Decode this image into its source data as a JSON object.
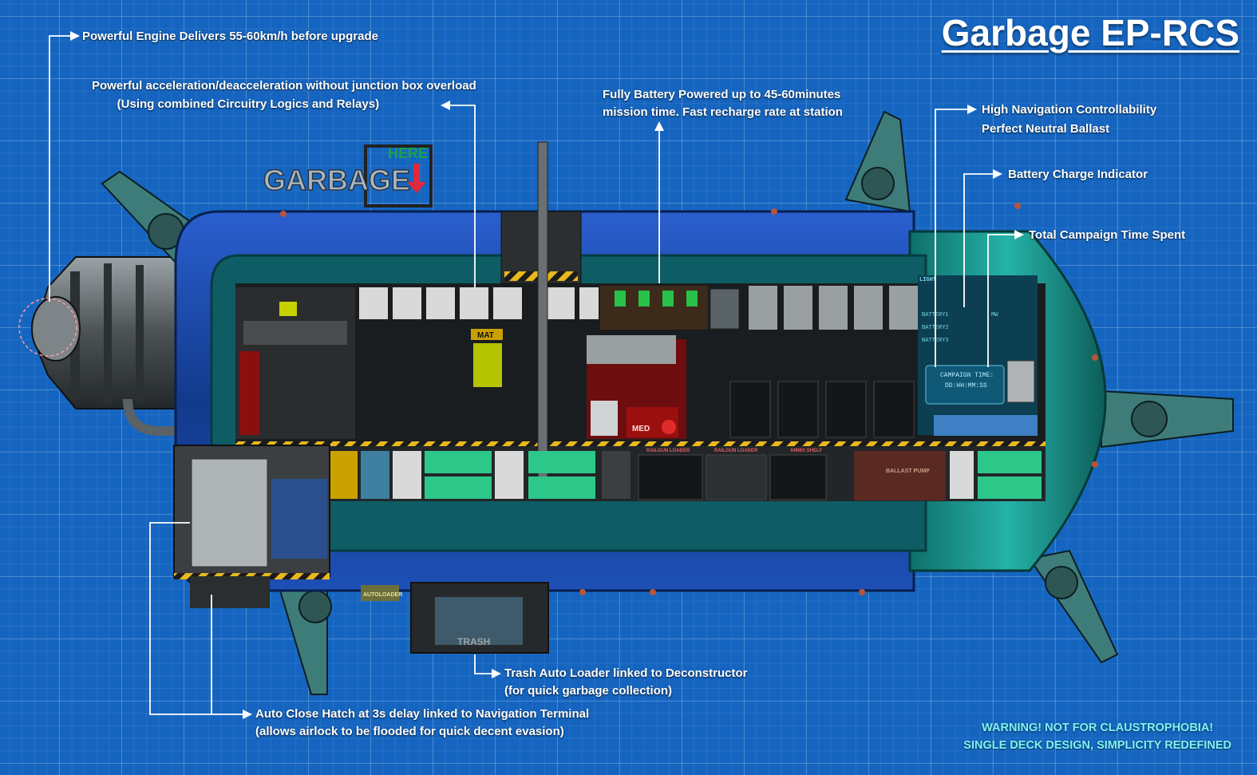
{
  "title": "Garbage EP-RCS",
  "annotations": {
    "engine": {
      "line1": "Powerful Engine Delivers 55-60km/h before upgrade"
    },
    "acceleration": {
      "line1": "Powerful acceleration/deacceleration without junction box overload",
      "line2": "(Using combined Circuitry Logics and Relays)"
    },
    "battery": {
      "line1": "Fully Battery Powered up to 45-60minutes",
      "line2": "mission time. Fast recharge rate at station"
    },
    "navigation": {
      "line1": "High Navigation Controllability",
      "line2": "Perfect Neutral Ballast"
    },
    "charge": {
      "line1": "Battery Charge Indicator"
    },
    "campaign": {
      "line1": "Total Campaign Time Spent"
    },
    "trash": {
      "line1": "Trash Auto Loader linked to Deconstructor",
      "line2": "(for quick garbage collection)"
    },
    "hatch": {
      "line1": "Auto Close Hatch at 3s delay linked to Navigation Terminal",
      "line2": "(allows airlock to be flooded for quick decent evasion)"
    }
  },
  "warning": {
    "line1": "WARNING! NOT FOR CLAUSTROPHOBIA!",
    "line2": "SINGLE DECK DESIGN, SIMPLICITY REDEFINED"
  },
  "sub": {
    "sign_text": "GARBAGE",
    "sign_here": "HERE",
    "room_labels": {
      "mat": "MAT",
      "med": "MED",
      "trash": "TRASH",
      "autoloader": "AUTOLOADER",
      "ballast_pump": "BALLAST PUMP",
      "railgun_loader_1": "RAILGUN LOADER",
      "railgun_loader_2": "RAILGUN LOADER",
      "ammo_shelf": "AMMO SHELF",
      "light": "LIGHT",
      "battery_1": "BATTERY1",
      "battery_2": "BATTERY2",
      "battery_3": "BATTERY3",
      "mw": "MW",
      "campaign_time_label": "CAMPAIGN TIME:",
      "campaign_time_value": "DD:HH:MM:SS"
    }
  },
  "colors": {
    "background": "#1565c0",
    "hull_blue": "#1a4aa8",
    "hull_teal": "#1fa39a",
    "warning_text": "#7ff3f0"
  }
}
